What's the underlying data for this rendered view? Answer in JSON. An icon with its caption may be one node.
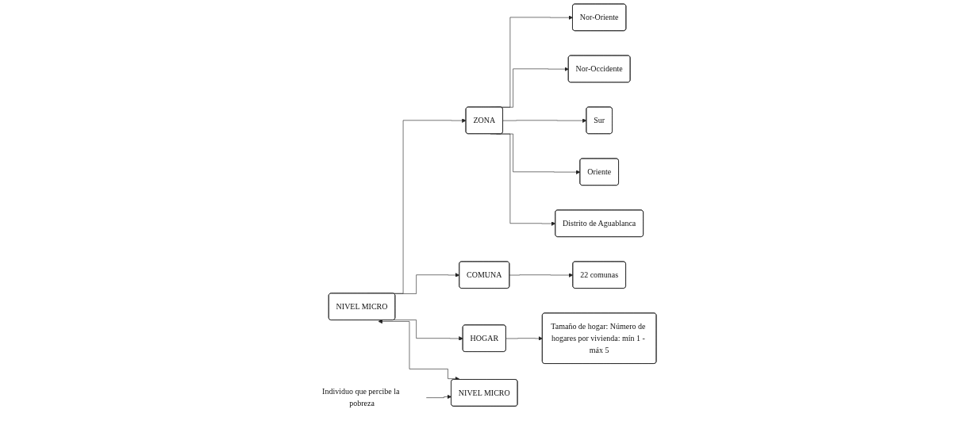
{
  "diagram": {
    "nodes": [
      {
        "text": [
          "NIVEL MICRO"
        ]
      },
      {
        "text": [
          "ZONA"
        ]
      },
      {
        "text": [
          "Nor-Oriente"
        ]
      },
      {
        "text": [
          "Nor-Occidente"
        ]
      },
      {
        "text": [
          "Sur"
        ]
      },
      {
        "text": [
          "Oriente"
        ]
      },
      {
        "text": [
          "Distrito de Aguablanca"
        ]
      },
      {
        "text": [
          "COMUNA"
        ]
      },
      {
        "text": [
          "22 comunas"
        ]
      },
      {
        "text": [
          "HOGAR"
        ]
      },
      {
        "text": [
          "Tamaño de hogar: Número de hogares por vivienda: mín 1 - máx 5"
        ]
      },
      {
        "text": [
          "NIVEL MICRO"
        ]
      },
      {
        "text": [
          "Individuo que percibe la pobreza"
        ]
      }
    ],
    "edges": [
      {
        "from": 0,
        "to": 1,
        "arrow": "to"
      },
      {
        "from": 0,
        "to": 7,
        "arrow": "to"
      },
      {
        "from": 0,
        "to": 9,
        "arrow": "to"
      },
      {
        "from": 1,
        "to": 2,
        "arrow": "to"
      },
      {
        "from": 1,
        "to": 3,
        "arrow": "to"
      },
      {
        "from": 1,
        "to": 4,
        "arrow": "to"
      },
      {
        "from": 1,
        "to": 5,
        "arrow": "to"
      },
      {
        "from": 1,
        "to": 6,
        "arrow": "to"
      },
      {
        "from": 7,
        "to": 8,
        "arrow": "to"
      },
      {
        "from": 9,
        "to": 10,
        "arrow": "to"
      },
      {
        "from": 0,
        "to": 11,
        "arrow": "both"
      },
      {
        "from": 12,
        "to": 11,
        "arrow": "to"
      }
    ]
  }
}
